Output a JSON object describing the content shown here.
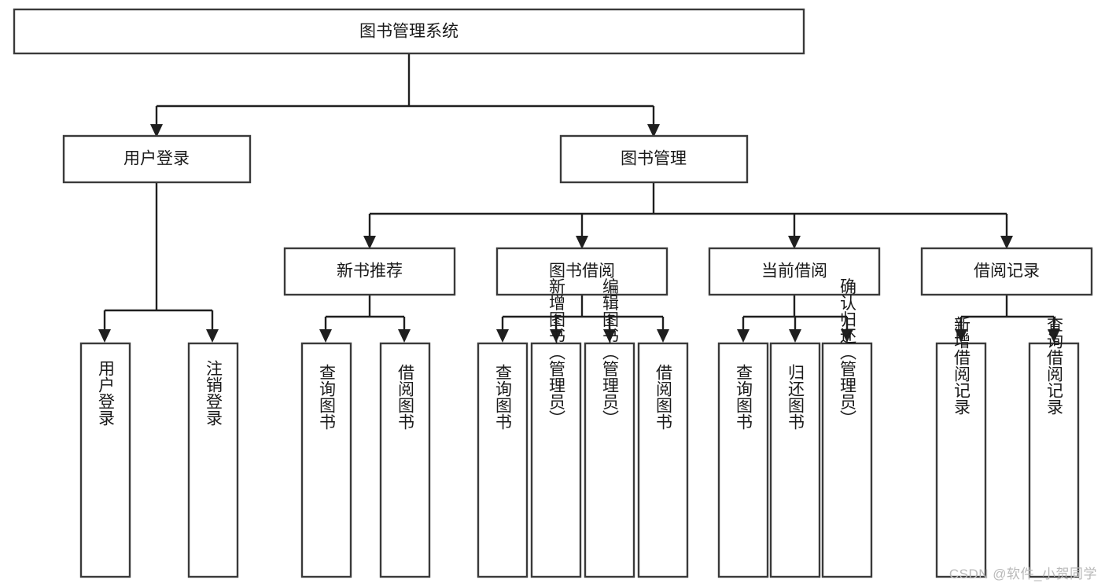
{
  "diagram": {
    "type": "tree-hierarchy",
    "title": "图书管理系统",
    "root": {
      "id": "root",
      "label": "图书管理系统",
      "orientation": "horizontal"
    },
    "level2": [
      {
        "id": "user-login",
        "label": "用户登录",
        "orientation": "horizontal"
      },
      {
        "id": "book-manage",
        "label": "图书管理",
        "orientation": "horizontal"
      }
    ],
    "level3": [
      {
        "id": "new-book-recommend",
        "label": "新书推荐",
        "parent": "book-manage",
        "orientation": "horizontal"
      },
      {
        "id": "book-borrow",
        "label": "图书借阅",
        "parent": "book-manage",
        "orientation": "horizontal"
      },
      {
        "id": "current-borrow",
        "label": "当前借阅",
        "parent": "book-manage",
        "orientation": "horizontal"
      },
      {
        "id": "borrow-record",
        "label": "借阅记录",
        "parent": "book-manage",
        "orientation": "horizontal"
      }
    ],
    "leaves": [
      {
        "id": "leaf-user-login",
        "label": "用户登录",
        "parent": "user-login",
        "orientation": "vertical"
      },
      {
        "id": "leaf-logout",
        "label": "注销登录",
        "parent": "user-login",
        "orientation": "vertical"
      },
      {
        "id": "leaf-query-book-1",
        "label": "查询图书",
        "parent": "new-book-recommend",
        "orientation": "vertical"
      },
      {
        "id": "leaf-borrow-book-1",
        "label": "借阅图书",
        "parent": "new-book-recommend",
        "orientation": "vertical"
      },
      {
        "id": "leaf-query-book-2",
        "label": "查询图书",
        "parent": "book-borrow",
        "orientation": "vertical"
      },
      {
        "id": "leaf-add-book",
        "label": "新增图书（管理员）",
        "parent": "book-borrow",
        "orientation": "vertical"
      },
      {
        "id": "leaf-edit-book",
        "label": "编辑图书（管理员）",
        "parent": "book-borrow",
        "orientation": "vertical"
      },
      {
        "id": "leaf-borrow-book-2",
        "label": "借阅图书",
        "parent": "book-borrow",
        "orientation": "vertical"
      },
      {
        "id": "leaf-query-book-3",
        "label": "查询图书",
        "parent": "current-borrow",
        "orientation": "vertical"
      },
      {
        "id": "leaf-return-book",
        "label": "归还图书",
        "parent": "current-borrow",
        "orientation": "vertical"
      },
      {
        "id": "leaf-confirm-return",
        "label": "确认归还（管理员）",
        "parent": "current-borrow",
        "orientation": "vertical"
      },
      {
        "id": "leaf-add-record",
        "label": "新增借阅记录",
        "parent": "borrow-record",
        "orientation": "vertical"
      },
      {
        "id": "leaf-query-record",
        "label": "查询借阅记录",
        "parent": "borrow-record",
        "orientation": "vertical"
      }
    ],
    "colors": {
      "box_fill": "#ffffff",
      "box_stroke": "#3a3a3a",
      "link_stroke": "#1f1f1f",
      "text": "#1a1a1a",
      "watermark": "#b9b9b9",
      "background": "#ffffff"
    }
  },
  "watermark": {
    "text": "CSDN @软件_小贺同学"
  }
}
